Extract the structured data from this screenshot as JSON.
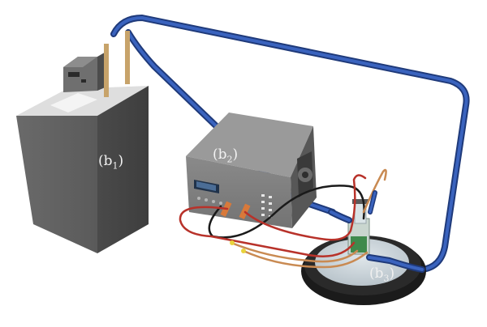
{
  "labels": {
    "b1": {
      "base": "b",
      "sub": "1"
    },
    "b2": {
      "base": "b",
      "sub": "2"
    },
    "b3": {
      "base": "b",
      "sub": "3"
    }
  },
  "colors": {
    "tube": "#2c4fa0",
    "red_wire": "#b8322a",
    "black_wire": "#1a1a1a",
    "copper_wire": "#c98a52",
    "bath_body": "#636363",
    "controller_body": "#7b7b7b",
    "platform": "#1b1b1b"
  }
}
